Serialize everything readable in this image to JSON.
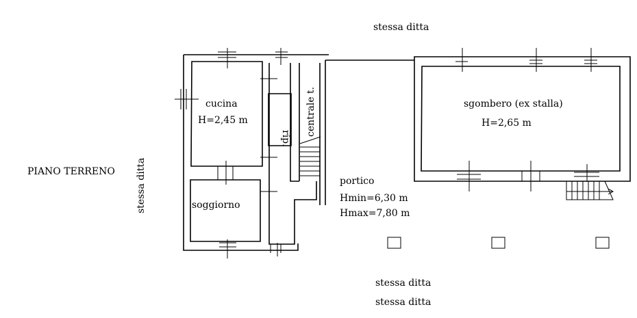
{
  "plan": {
    "floor_label": "PIANO TERRENO",
    "neighbors": {
      "top": "stessa ditta",
      "left": "stessa ditta",
      "bottom_1": "stessa ditta",
      "bottom_2": "stessa ditta"
    },
    "rooms": [
      {
        "name": "cucina",
        "height": "H=2,45 m"
      },
      {
        "name": "soggiorno"
      },
      {
        "name": "rip."
      },
      {
        "name": "centrale t."
      },
      {
        "name": "portico",
        "height_min": "Hmin=6,30 m",
        "height_max": "Hmax=7,80 m"
      },
      {
        "name": "sgombero (ex stalla)",
        "height": "H=2,65 m"
      }
    ]
  }
}
